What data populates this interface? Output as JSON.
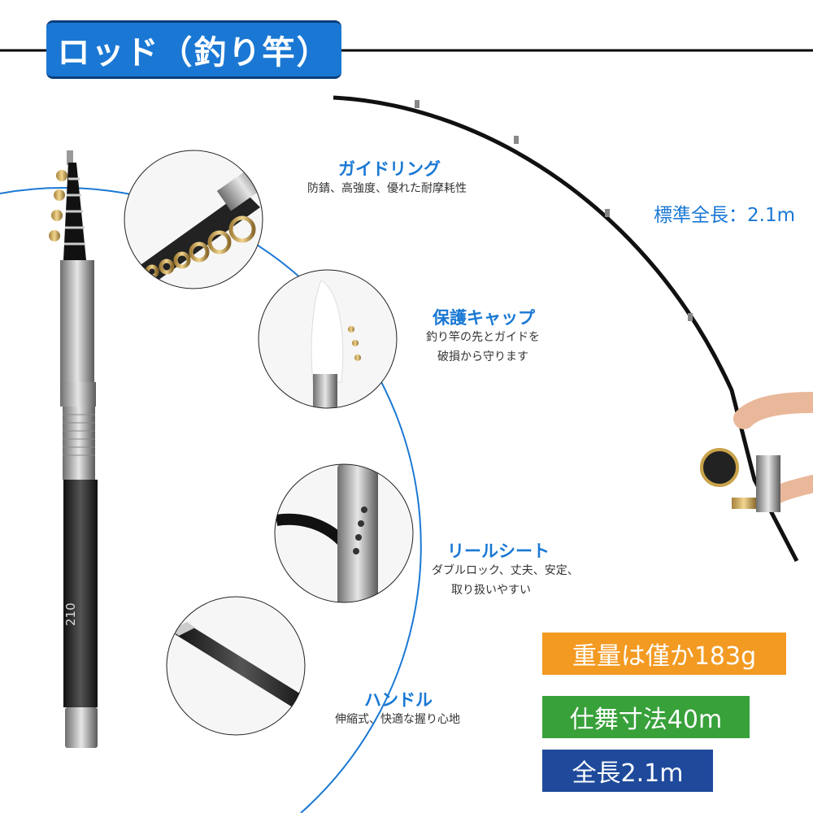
{
  "header": {
    "title": "ロッド（釣り竿）"
  },
  "features": [
    {
      "title": "ガイドリング",
      "desc": [
        "防錆、高強度、優れた耐摩耗性"
      ]
    },
    {
      "title": "保護キャップ",
      "desc": [
        "釣り竿の先とガイドを",
        "破損から守ります"
      ]
    },
    {
      "title": "リールシート",
      "desc": [
        "ダブルロック、丈夫、安定、",
        "取り扱いやすい"
      ]
    },
    {
      "title": "ハンドル",
      "desc": [
        "伸縮式、快適な握り心地"
      ]
    }
  ],
  "rod_model_label": "210",
  "standard_length_label": "標準全長：2.1m",
  "specs": {
    "weight": "重量は僅か183g",
    "line_length": "仕舞寸法40m",
    "total_length": "全長2.1m"
  },
  "colors": {
    "accent_blue": "#1a78d4",
    "orange": "#f39a22",
    "green": "#38a13a",
    "navy": "#1f4a9c"
  }
}
